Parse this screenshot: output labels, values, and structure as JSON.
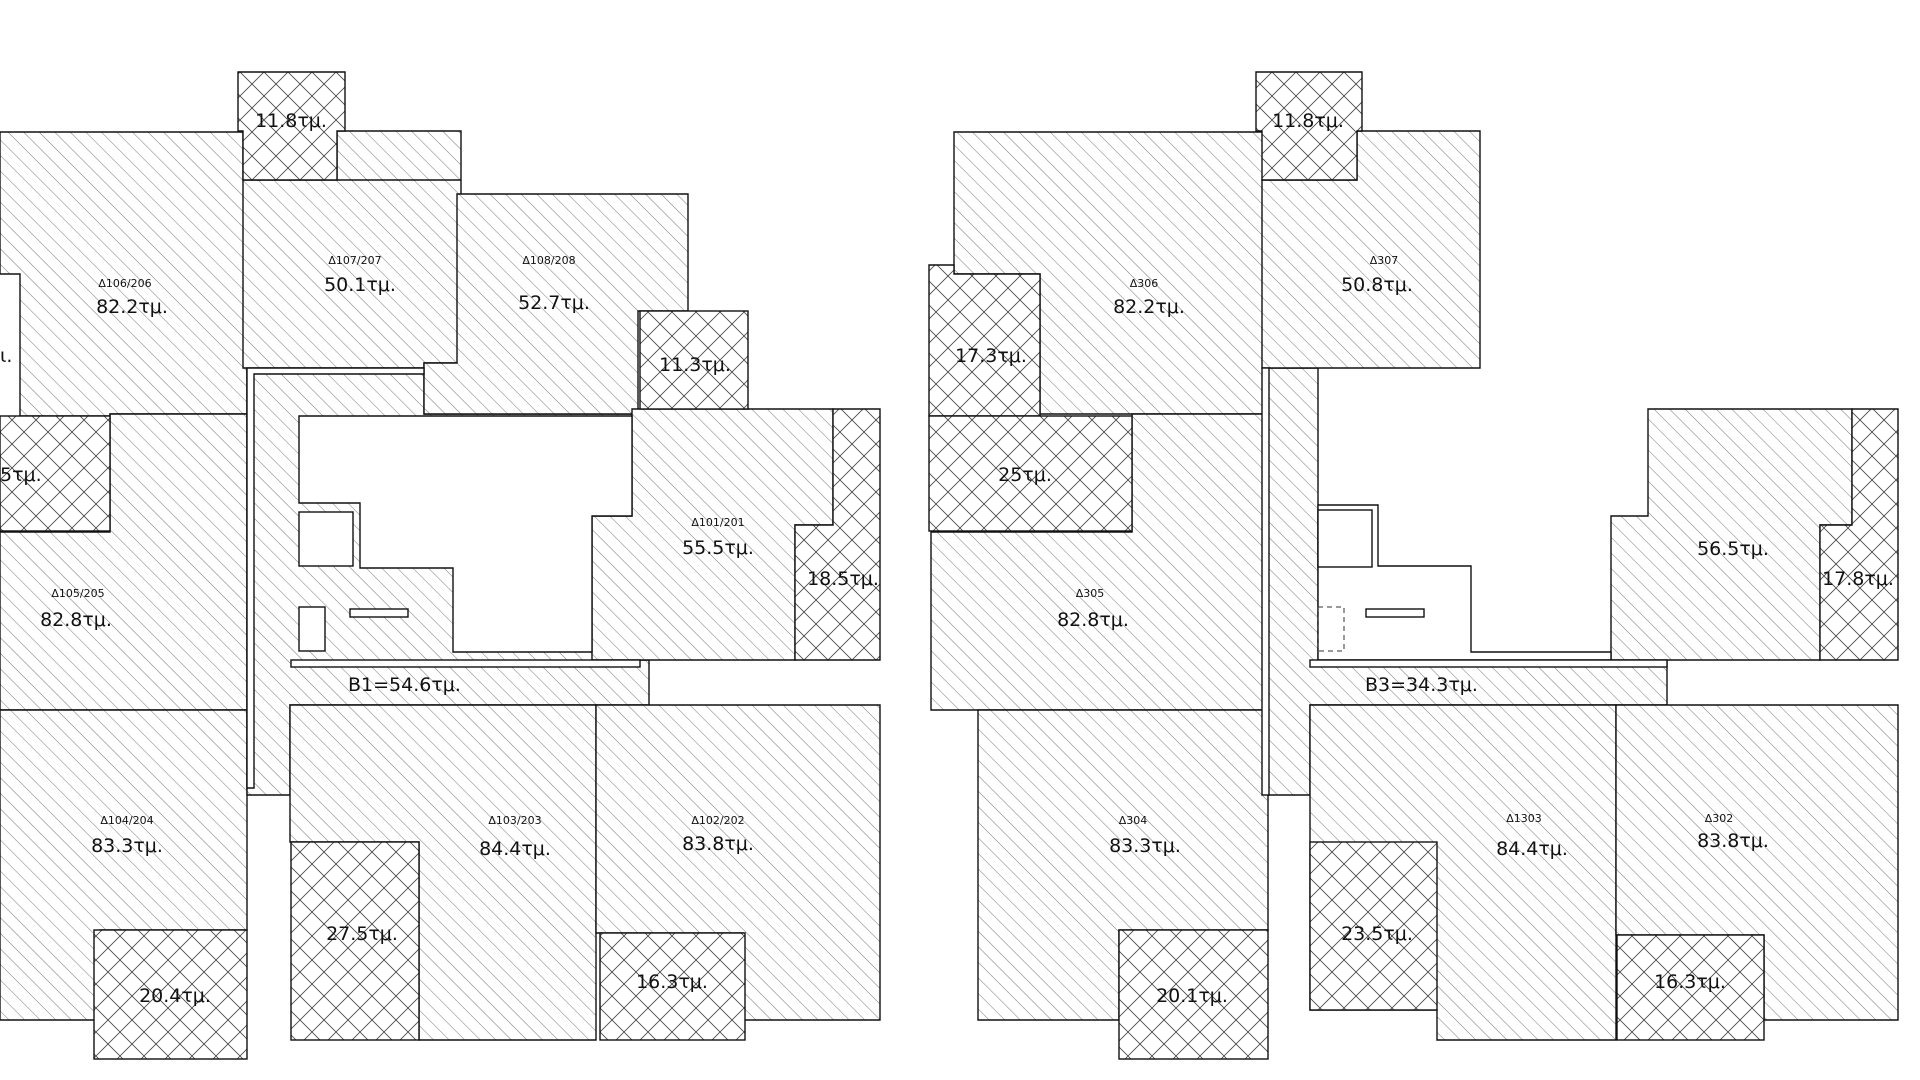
{
  "plan_left": {
    "units": [
      {
        "code": "Δ106/206",
        "area": "82.2τμ."
      },
      {
        "code": "Δ107/207",
        "area": "50.1τμ."
      },
      {
        "code": "Δ108/208",
        "area": "52.7τμ."
      },
      {
        "code": "Δ101/201",
        "area": "55.5τμ."
      },
      {
        "code": "Δ105/205",
        "area": "82.8τμ."
      },
      {
        "code": "Δ104/204",
        "area": "83.3τμ."
      },
      {
        "code": "Δ103/203",
        "area": "84.4τμ."
      },
      {
        "code": "Δ102/202",
        "area": "83.8τμ."
      }
    ],
    "verandas": [
      "11.8τμ.",
      "11.3τμ.",
      "18.5τμ.",
      "27.5τμ.",
      "20.4τμ.",
      "16.3τμ."
    ],
    "partial_labels": [
      "ι.",
      "5τμ."
    ],
    "common_area": "Β1=54.6τμ."
  },
  "plan_right": {
    "units": [
      {
        "code": "Δ306",
        "area": "82.2τμ."
      },
      {
        "code": "Δ307",
        "area": "50.8τμ."
      },
      {
        "code": "",
        "area": "56.5τμ."
      },
      {
        "code": "Δ305",
        "area": "82.8τμ."
      },
      {
        "code": "Δ304",
        "area": "83.3τμ."
      },
      {
        "code": "Δ1303",
        "area": "84.4τμ."
      },
      {
        "code": "Δ302",
        "area": "83.8τμ."
      }
    ],
    "verandas": [
      "11.8τμ.",
      "17.3τμ.",
      "25τμ.",
      "17.8τμ.",
      "23.5τμ.",
      "20.1τμ.",
      "16.3τμ."
    ],
    "common_area": "Β3=34.3τμ."
  }
}
